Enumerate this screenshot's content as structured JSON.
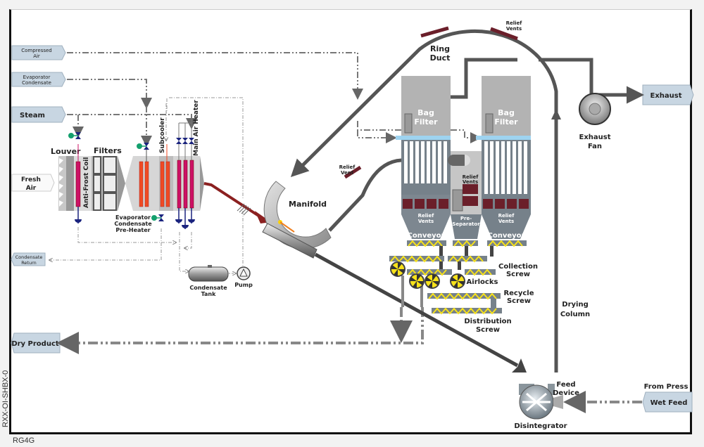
{
  "diagram": {
    "inputs": {
      "compressed_air": "Compressed Air",
      "compressed_air_l1": "Compressed",
      "compressed_air_l2": "Air",
      "evap_cond_l1": "Evaporator",
      "evap_cond_l2": "Condensate",
      "steam": "Steam",
      "fresh_air_l1": "Fresh",
      "fresh_air_l2": "Air",
      "cond_return_l1": "Condensate",
      "cond_return_l2": "Return",
      "wet_feed": "Wet Feed",
      "from_press": "From Press"
    },
    "outputs": {
      "dry_product": "Dry Product",
      "exhaust": "Exhaust"
    },
    "heater_section": {
      "louver": "Louver",
      "filters": "Filters",
      "anti_frost_coil": "Anti-Frost Coil",
      "subcooler": "Subcooler",
      "main_air_heater": "Main Air Heater",
      "preheater_l1": "Evaporator",
      "preheater_l2": "Condensate",
      "preheater_l3": "Pre-Heater",
      "tank_l1": "Condensate",
      "tank_l2": "Tank",
      "pump": "Pump"
    },
    "dryer": {
      "manifold": "Manifold",
      "relief_vent_l1": "Relief",
      "relief_vent_l2": "Vent",
      "ring_duct_l1": "Ring",
      "ring_duct_l2": "Duct",
      "ring_relief_l1": "Relief",
      "ring_relief_l2": "Vents",
      "bag_filter_l1": "Bag",
      "bag_filter_l2": "Filter",
      "relief_vents_l1": "Relief",
      "relief_vents_l2": "Vents",
      "pre_sep_l1": "Pre-",
      "pre_sep_l2": "Separator",
      "conveyor": "Conveyor",
      "collection_l1": "Collection",
      "collection_l2": "Screw",
      "airlocks": "Airlocks",
      "recycle_l1": "Recycle",
      "recycle_l2": "Screw",
      "distribution_l1": "Distribution",
      "distribution_l2": "Screw",
      "exhaust_fan_l1": "Exhaust",
      "exhaust_fan_l2": "Fan",
      "drying_col_l1": "Drying",
      "drying_col_l2": "Column",
      "feed_device_l1": "Feed",
      "feed_device_l2": "Device",
      "disintegrator": "Disintegrator"
    },
    "codes": {
      "side": "RXX-OI-SHBX-0",
      "bottom": "RG4G"
    },
    "colors": {
      "duct": "#555555",
      "hot_air": "#8b2020",
      "coil_orange": "#f04a23",
      "coil_magenta": "#cc1166",
      "relief_vent": "#6b1f2a",
      "tag_fill": "#c8d6e2",
      "valve_blue": "#1a237e",
      "valve_green": "#14a06e",
      "screw_yellow": "#f7e21a"
    }
  }
}
